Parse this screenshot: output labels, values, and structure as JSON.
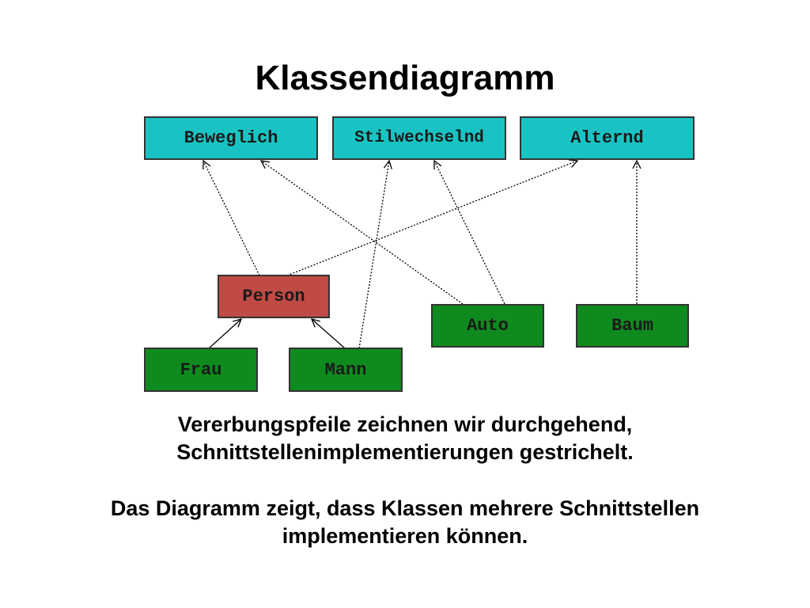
{
  "title": "Klassendiagramm",
  "interfaces": {
    "beweglich": "Beweglich",
    "stilwechselnd": "Stilwechselnd",
    "alternd": "Alternd"
  },
  "classes": {
    "person": "Person",
    "auto": "Auto",
    "baum": "Baum",
    "frau": "Frau",
    "mann": "Mann"
  },
  "texts": {
    "line1": "Vererbungspfeile zeichnen wir durchgehend,",
    "line2": "Schnittstellenimplementierungen gestrichelt.",
    "line3": "Das Diagramm zeigt, dass Klassen mehrere Schnittstellen",
    "line4": "implementieren können."
  },
  "colors": {
    "interface": "#19c3c3",
    "person": "#c04a44",
    "class": "#0f8a1e"
  }
}
